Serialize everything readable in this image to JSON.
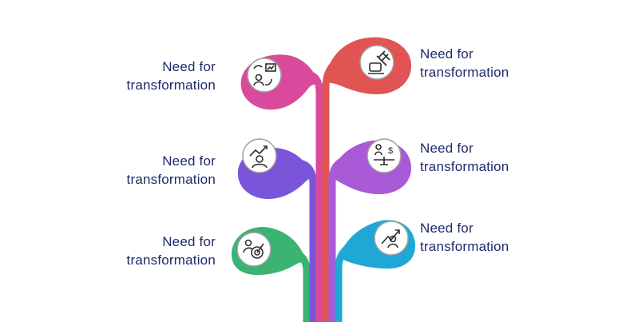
{
  "colors": {
    "pink": "#d94a9c",
    "red": "#e05454",
    "purple_left": "#7b55d9",
    "purple_right": "#a95ad6",
    "green": "#3bb372",
    "cyan": "#1fa8d6",
    "text": "#1f2a6b",
    "icon_bg": "#ffffff",
    "icon_ring": "#8a8a8a",
    "icon_glyph": "#2d2d2d"
  },
  "nodes": [
    {
      "id": "top-left",
      "line1": "Need for",
      "line2": "transformation",
      "color": "pink",
      "icon": "presentation-cycle-icon"
    },
    {
      "id": "top-right",
      "line1": "Need for",
      "line2": "transformation",
      "color": "red",
      "icon": "gavel-law-icon"
    },
    {
      "id": "mid-left",
      "line1": "Need for",
      "line2": "transformation",
      "color": "purple_left",
      "icon": "person-growth-icon"
    },
    {
      "id": "mid-right",
      "line1": "Need for",
      "line2": "transformation",
      "color": "purple_right",
      "icon": "balance-scale-money-icon"
    },
    {
      "id": "bot-left",
      "line1": "Need for",
      "line2": "transformation",
      "color": "green",
      "icon": "person-target-icon"
    },
    {
      "id": "bot-right",
      "line1": "Need for",
      "line2": "transformation",
      "color": "cyan",
      "icon": "person-rising-arrow-icon"
    }
  ]
}
